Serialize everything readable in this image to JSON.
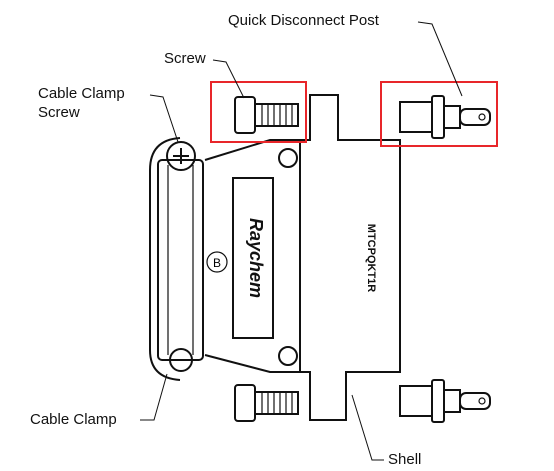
{
  "labels": {
    "quick_disconnect_post": "Quick Disconnect Post",
    "screw": "Screw",
    "cable_clamp_screw_line1": "Cable Clamp",
    "cable_clamp_screw_line2": "Screw",
    "cable_clamp": "Cable Clamp",
    "shell": "Shell"
  },
  "markings": {
    "brand": "Raychem",
    "circle_letter": "B",
    "part_number": "MTCPQKT1R"
  },
  "colors": {
    "highlight": "#e8262a",
    "ink": "#111111"
  }
}
